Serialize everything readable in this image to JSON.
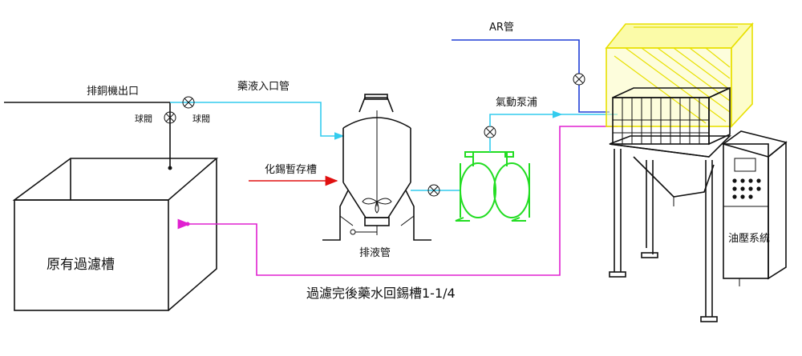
{
  "labels": {
    "copper_outlet": "排銅機出口",
    "ball_valve_left": "球閥",
    "ball_valve_right": "球閥",
    "liquid_inlet": "藥液入口管",
    "tin_tank": "化錫暫存槽",
    "drain_pipe": "排液管",
    "filter_tank": "原有過濾槽",
    "return_line": "過濾完後藥水回錫槽1-1/4",
    "pump": "氣動泵浦",
    "ar_pipe": "AR管",
    "hydraulic": "油壓系統"
  },
  "colors": {
    "black": "#111111",
    "cyan": "#33ccee",
    "blue": "#1f3fd6",
    "magenta": "#e020d0",
    "red": "#e01010",
    "green": "#22dd22",
    "yellow": "#e8e000",
    "yellow_fill": "#fbfba8"
  }
}
